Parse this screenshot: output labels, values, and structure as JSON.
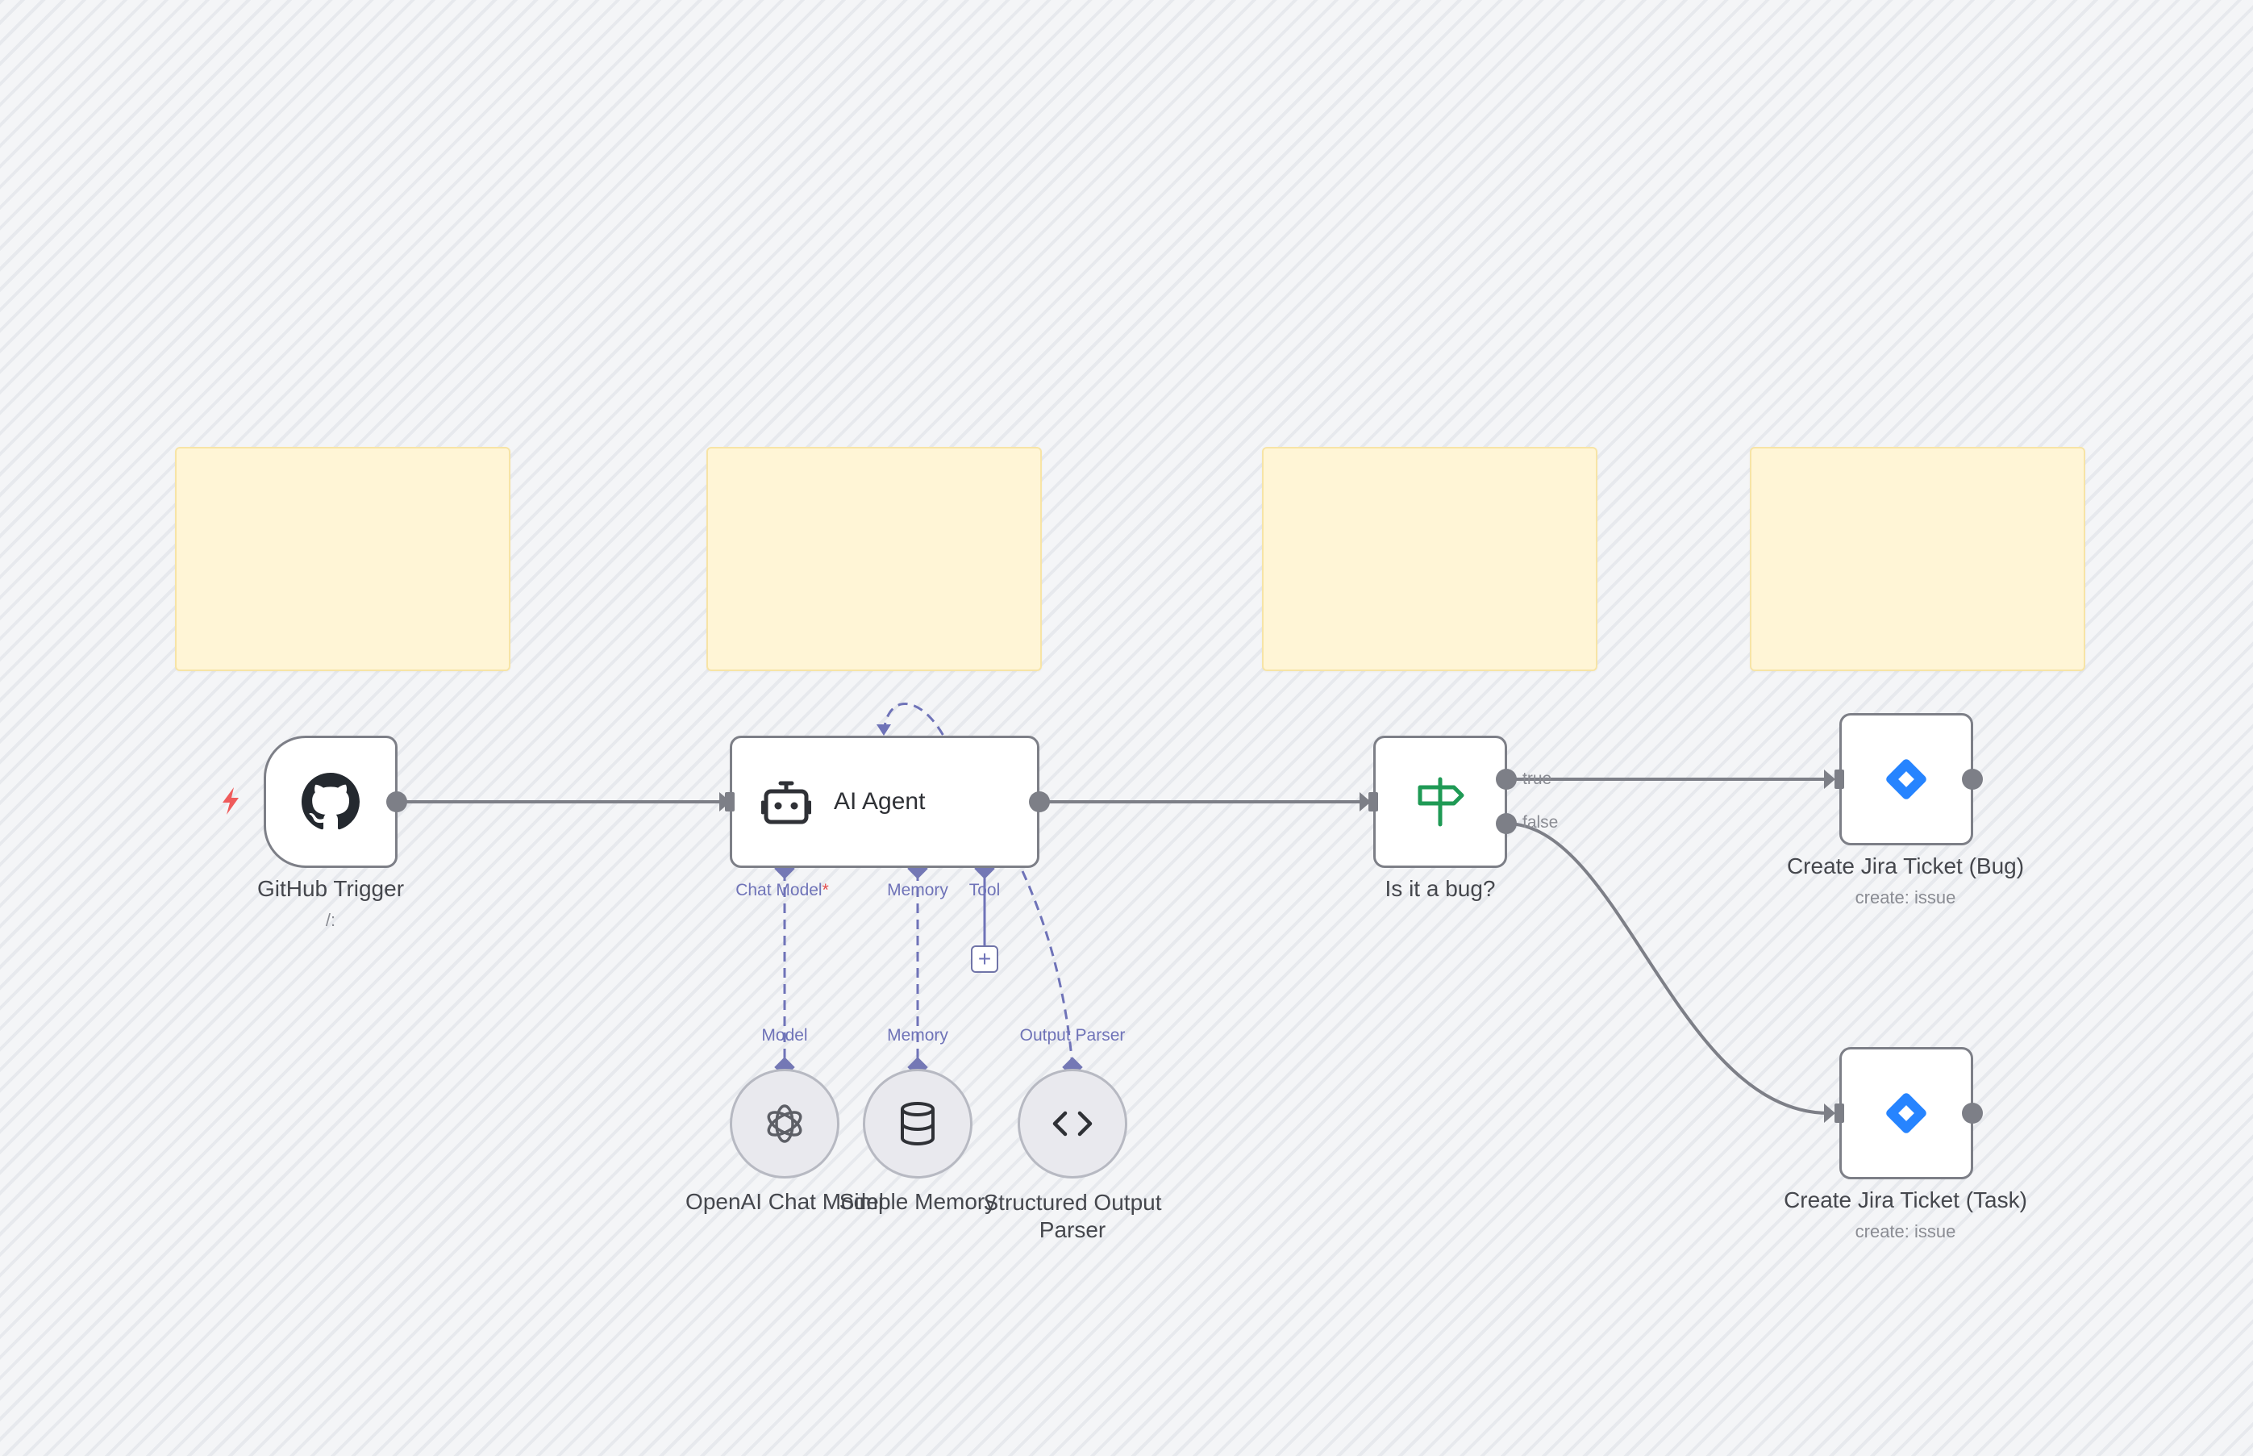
{
  "colors": {
    "connection": "#7d7f87",
    "ai_connection": "#6f73b8",
    "sticky": "#fff5d6",
    "jira": "#2684ff",
    "if_node": "#1f9a55",
    "trigger_bolt": "#ef5b5b"
  },
  "sticky_notes": [
    {
      "text": ""
    },
    {
      "text": ""
    },
    {
      "text": ""
    },
    {
      "text": ""
    }
  ],
  "nodes": {
    "github_trigger": {
      "icon": "github-icon",
      "label": "GitHub Trigger",
      "subtitle": "/:"
    },
    "ai_agent": {
      "icon": "robot-icon",
      "label": "AI Agent"
    },
    "is_bug": {
      "icon": "signpost-icon",
      "label": "Is it a bug?"
    },
    "jira_bug": {
      "icon": "jira-icon",
      "label": "Create Jira Ticket (Bug)",
      "subtitle": "create: issue"
    },
    "jira_task": {
      "icon": "jira-icon",
      "label": "Create Jira Ticket (Task)",
      "subtitle": "create: issue"
    },
    "openai": {
      "icon": "openai-icon",
      "label": "OpenAI Chat Model"
    },
    "memory": {
      "icon": "database-icon",
      "label": "Simple Memory"
    },
    "parser": {
      "icon": "code-brackets-icon",
      "label": "Structured Output Parser"
    }
  },
  "agent_ports": {
    "chat_model": "Chat Model",
    "required_mark": "*",
    "memory": "Memory",
    "tool": "Tool"
  },
  "sub_ports": {
    "model": "Model",
    "memory": "Memory",
    "output_parser": "Output Parser"
  },
  "branches": {
    "true_label": "true",
    "false_label": "false"
  },
  "add_tool": "+"
}
